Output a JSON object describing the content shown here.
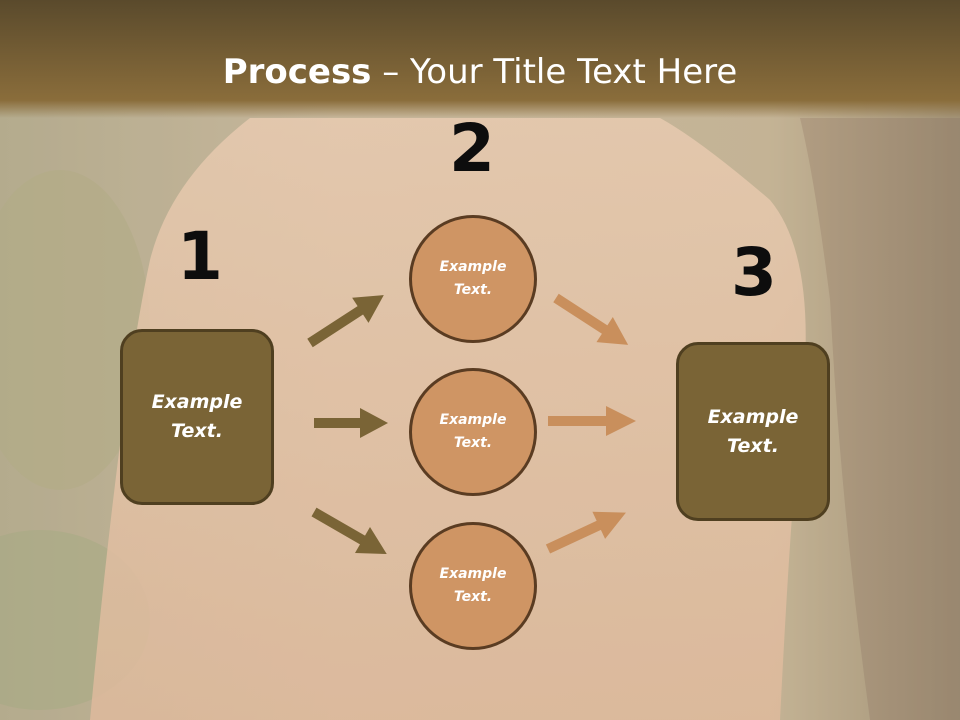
{
  "title": {
    "bold": "Process",
    "rest": " – Your Title Text Here"
  },
  "steps": [
    {
      "number": "1",
      "text": [
        "Example",
        "Text."
      ]
    },
    {
      "number": "2",
      "nodes": [
        [
          "Example",
          "Text."
        ],
        [
          "Example",
          "Text."
        ],
        [
          "Example",
          "Text."
        ]
      ]
    },
    {
      "number": "3",
      "text": [
        "Example",
        "Text."
      ]
    }
  ],
  "colors": {
    "title_bar": "#8a6d3b",
    "box_fill": "#7a6436",
    "circle_fill": "#cf9564",
    "arrow_dark": "#7a6436",
    "arrow_light": "#c98f5c"
  }
}
